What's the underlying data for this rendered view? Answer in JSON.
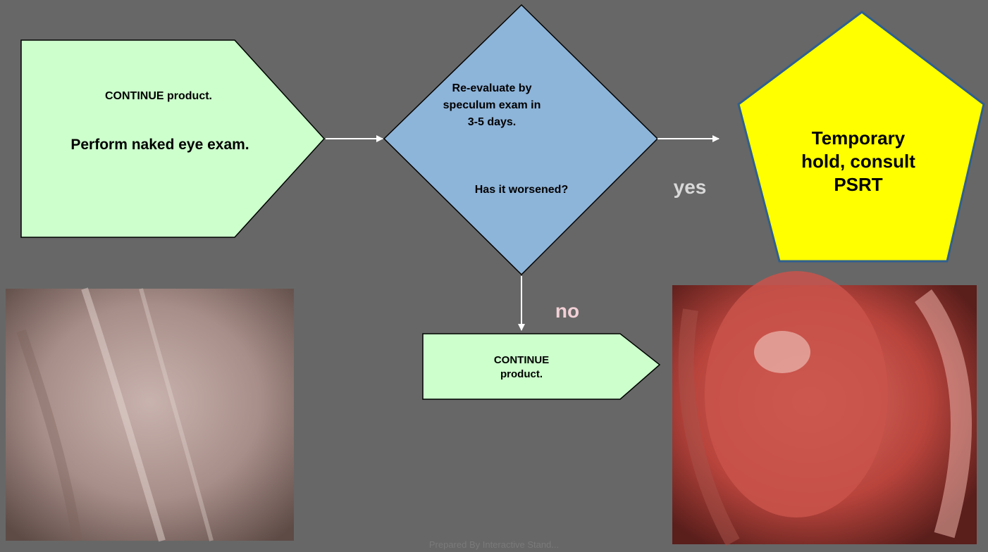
{
  "colors": {
    "background": "#676767",
    "box_fill": "#ccffcc",
    "diamond_fill": "#8db4d9",
    "pentagon_fill": "#ffff00",
    "pentagon_stroke": "#2f5f8f",
    "edge_label": "#d9d9d9",
    "no_label": "#f2d0d6"
  },
  "nodes": {
    "start": {
      "line1": "CONTINUE product.",
      "line2": "Perform naked eye exam."
    },
    "decision": {
      "line1": "Re-evaluate by speculum exam in 3-5 days.",
      "line2": "Has it worsened?"
    },
    "hold": {
      "text": "Temporary hold, consult PSRT"
    },
    "continue": {
      "text": "CONTINUE product."
    }
  },
  "edges": {
    "yes_label": "yes",
    "no_label": "no"
  },
  "footer": "Prepared By Interactive Stand..."
}
